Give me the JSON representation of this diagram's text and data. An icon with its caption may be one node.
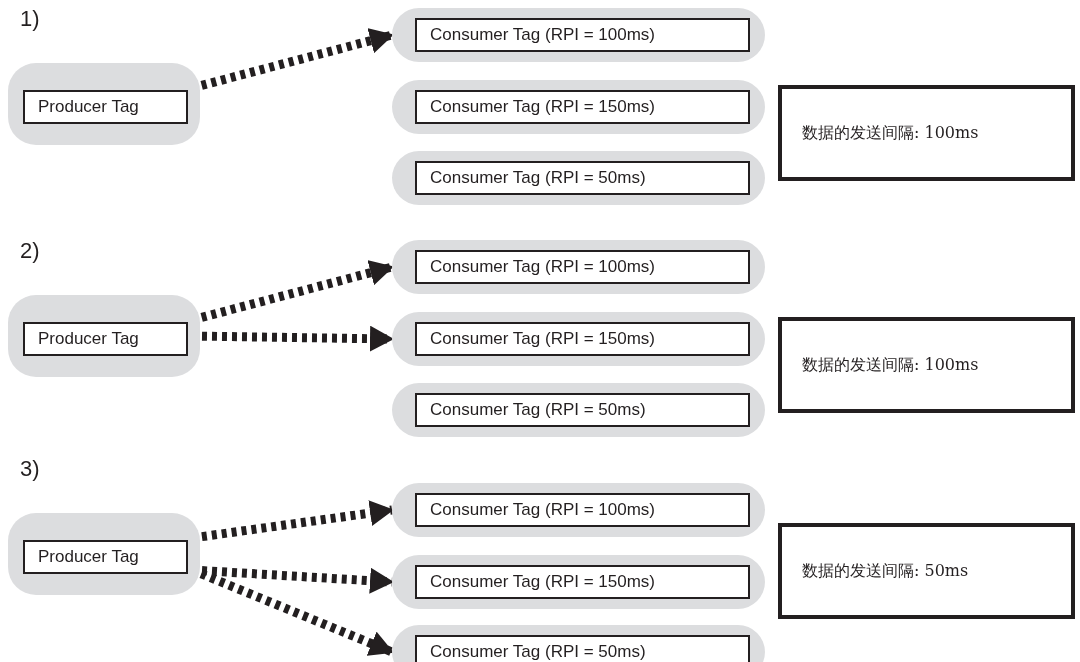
{
  "diagram": {
    "nodes": [
      {
        "text": [
          "Producer Tag"
        ]
      },
      {
        "text": [
          "Consumer Tag (RPI = 100ms)"
        ]
      },
      {
        "text": [
          "Consumer Tag (RPI = 150ms)"
        ]
      },
      {
        "text": [
          "Consumer Tag (RPI = 50ms)"
        ]
      },
      {
        "text": [
          "数据的发送间隔: 100ms"
        ]
      },
      {
        "text": [
          "Producer Tag"
        ]
      },
      {
        "text": [
          "Consumer Tag (RPI = 100ms)"
        ]
      },
      {
        "text": [
          "Consumer Tag (RPI = 150ms)"
        ]
      },
      {
        "text": [
          "Consumer Tag (RPI = 50ms)"
        ]
      },
      {
        "text": [
          "数据的发送间隔: 100ms"
        ]
      },
      {
        "text": [
          "Producer Tag"
        ]
      },
      {
        "text": [
          "Consumer Tag (RPI = 100ms)"
        ]
      },
      {
        "text": [
          "Consumer Tag (RPI = 150ms)"
        ]
      },
      {
        "text": [
          "Consumer Tag (RPI = 50ms)"
        ]
      },
      {
        "text": [
          "数据的发送间隔: 50ms"
        ]
      }
    ],
    "edges": [
      {
        "from": 0,
        "to": 1,
        "arrow": "to"
      },
      {
        "from": 5,
        "to": 6,
        "arrow": "to"
      },
      {
        "from": 5,
        "to": 7,
        "arrow": "to"
      },
      {
        "from": 10,
        "to": 11,
        "arrow": "to"
      },
      {
        "from": 10,
        "to": 12,
        "arrow": "to"
      },
      {
        "from": 10,
        "to": 13,
        "arrow": "to"
      }
    ],
    "labels": [
      "1)",
      "2)",
      "3)"
    ]
  }
}
